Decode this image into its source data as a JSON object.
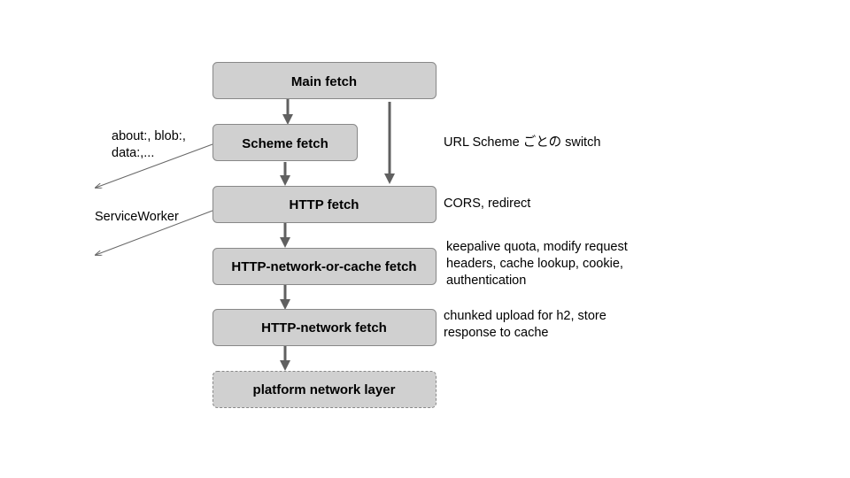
{
  "boxes": {
    "main_fetch": "Main fetch",
    "scheme_fetch": "Scheme fetch",
    "http_fetch": "HTTP fetch",
    "http_network_or_cache_fetch": "HTTP-network-or-cache fetch",
    "http_network_fetch": "HTTP-network fetch",
    "platform_network_layer": "platform network layer"
  },
  "notes": {
    "scheme_switch": "URL Scheme ごとの switch",
    "http_fetch": "CORS, redirect",
    "network_or_cache": [
      "keepalive quota, modify request",
      "headers, cache lookup, cookie,",
      "authentication"
    ],
    "network_fetch": [
      "chunked upload for h2, store",
      "response to cache"
    ]
  },
  "side_labels": {
    "schemes": [
      "about:, blob:,",
      "data:,..."
    ],
    "service_worker": "ServiceWorker"
  },
  "colors": {
    "box_fill": "#d0d0d0",
    "box_stroke": "#888888",
    "arrow": "#606060"
  }
}
